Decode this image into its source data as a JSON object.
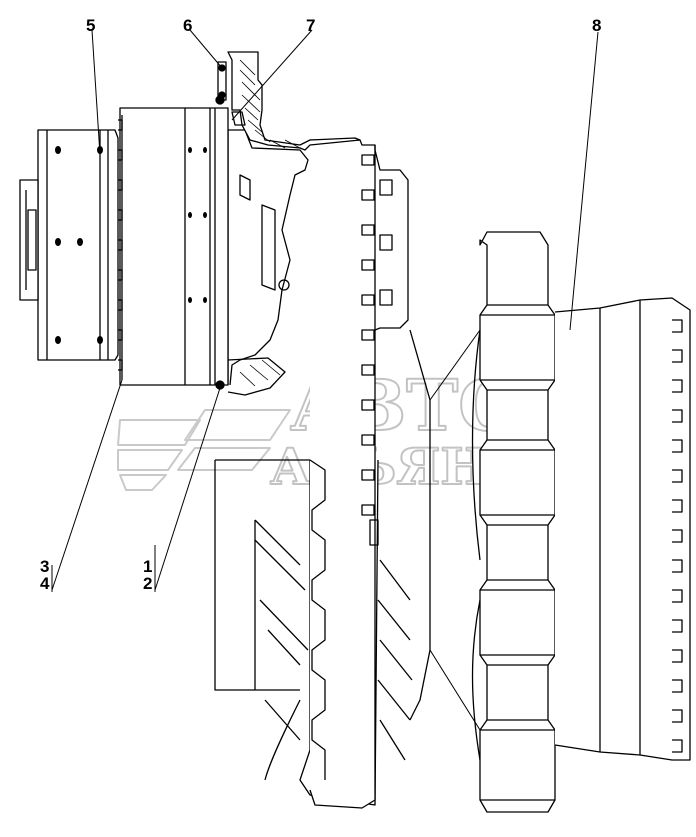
{
  "callouts": {
    "c1": "1",
    "c2": "2",
    "c3": "3",
    "c4": "4",
    "c5": "5",
    "c6": "6",
    "c7": "7",
    "c8": "8"
  },
  "watermark": {
    "line1": "АВТО",
    "line2": "АЛЬЯНС"
  },
  "colors": {
    "ink": "#000000",
    "paper": "#ffffff",
    "watermark": "#c8c8c8"
  }
}
